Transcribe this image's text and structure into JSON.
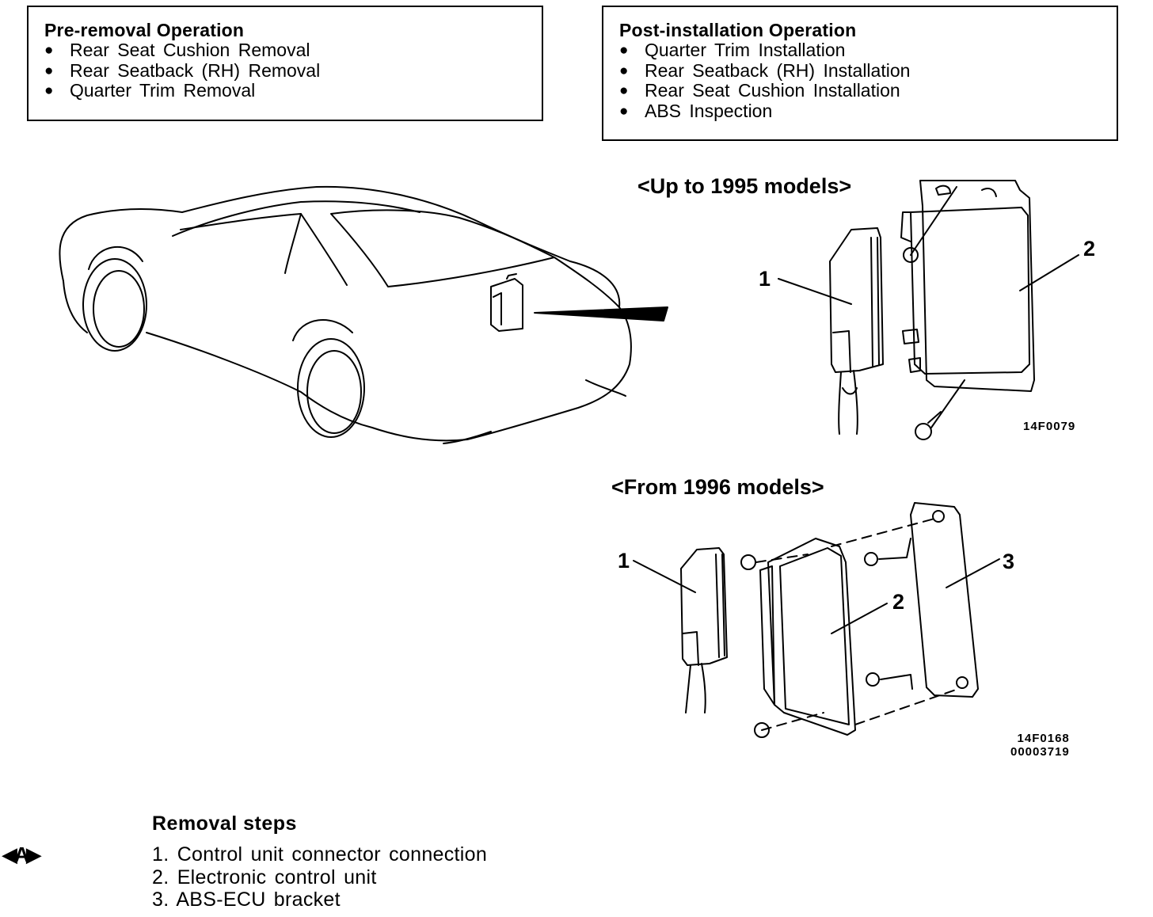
{
  "pre_removal": {
    "title": "Pre-removal Operation",
    "items": [
      "Rear Seat Cushion Removal",
      "Rear Seatback (RH) Removal",
      "Quarter Trim Removal"
    ]
  },
  "post_installation": {
    "title": "Post-installation Operation",
    "items": [
      "Quarter Trim Installation",
      "Rear Seatback (RH) Installation",
      "Rear Seat Cushion Installation",
      "ABS Inspection"
    ]
  },
  "figure_1995": {
    "title": "<Up to 1995 models>",
    "code": "14F0079",
    "callouts": [
      "1",
      "2"
    ]
  },
  "figure_1996": {
    "title": "<From 1996 models>",
    "codes": [
      "14F0168",
      "00003719"
    ],
    "callouts": [
      "1",
      "2",
      "3"
    ]
  },
  "removal_steps": {
    "heading": "Removal steps",
    "marker": "◀A▶",
    "steps": [
      "1. Control unit connector connection",
      "2. Electronic control unit",
      "3. ABS-ECU bracket"
    ]
  }
}
